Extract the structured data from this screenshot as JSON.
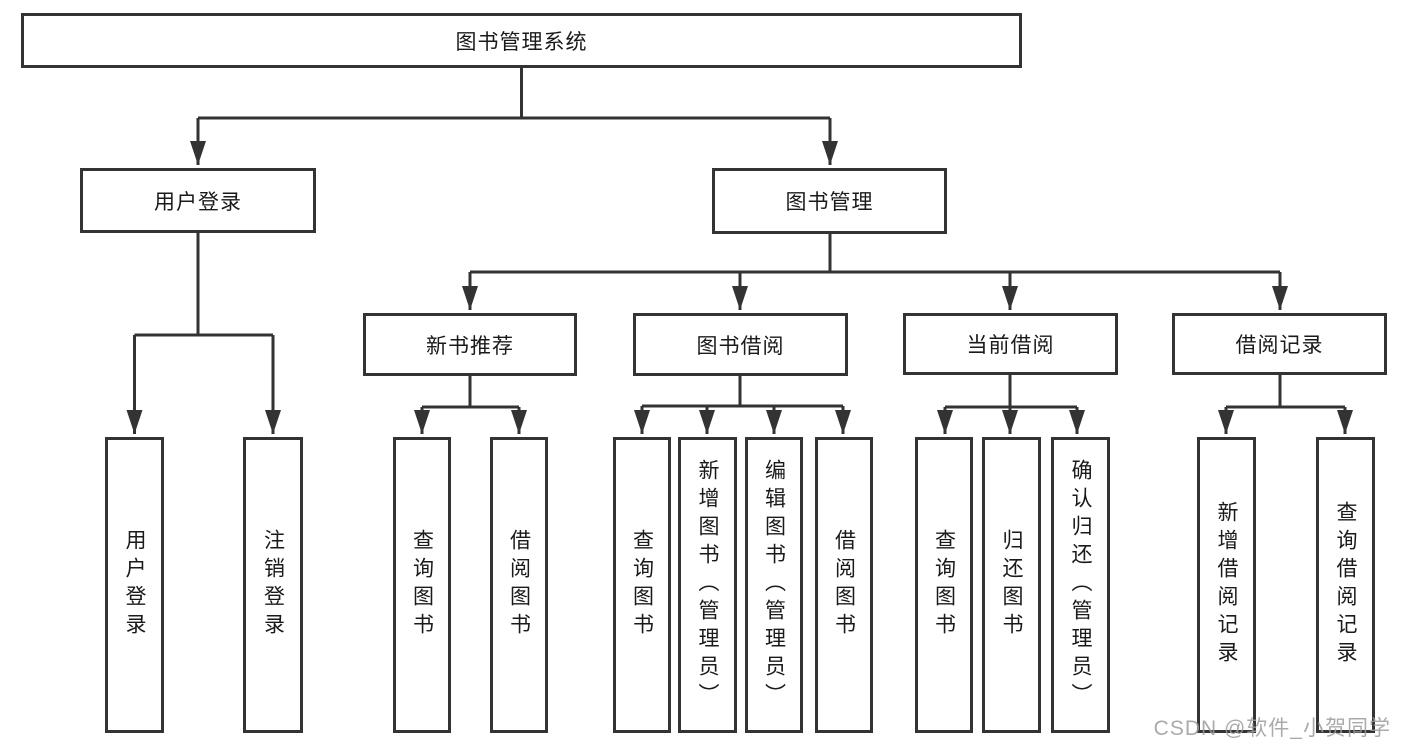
{
  "diagram": {
    "watermark": "CSDN @软件_小贺同学",
    "colors": {
      "line": "#333333",
      "box_border": "#333333",
      "box_background": "#ffffff",
      "text": "#1a1a1a",
      "watermark_text": "#9c9c9c",
      "background": "#ffffff"
    },
    "tree": {
      "label": "图书管理系统",
      "children": [
        {
          "label": "用户登录",
          "children": [
            {
              "label": "用户登录"
            },
            {
              "label": "注销登录"
            }
          ]
        },
        {
          "label": "图书管理",
          "children": [
            {
              "label": "新书推荐",
              "children": [
                {
                  "label": "查询图书"
                },
                {
                  "label": "借阅图书"
                }
              ]
            },
            {
              "label": "图书借阅",
              "children": [
                {
                  "label": "查询图书"
                },
                {
                  "label": "新增图书（管理员）"
                },
                {
                  "label": "编辑图书（管理员）"
                },
                {
                  "label": "借阅图书"
                }
              ]
            },
            {
              "label": "当前借阅",
              "children": [
                {
                  "label": "查询图书"
                },
                {
                  "label": "归还图书"
                },
                {
                  "label": "确认归还（管理员）"
                }
              ]
            },
            {
              "label": "借阅记录",
              "children": [
                {
                  "label": "新增借阅记录"
                },
                {
                  "label": "查询借阅记录"
                }
              ]
            }
          ]
        }
      ]
    }
  }
}
